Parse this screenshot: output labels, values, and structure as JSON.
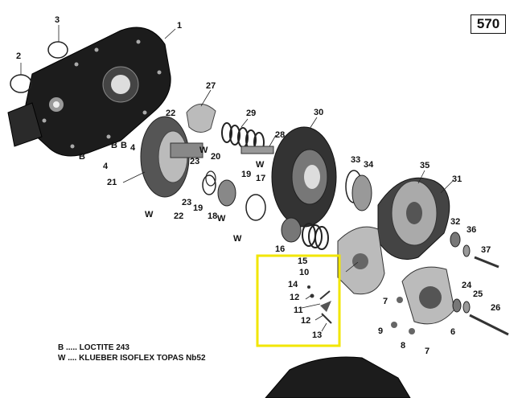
{
  "page_number": "570",
  "legend": [
    {
      "code": "B",
      "text": "B ..... LOCTITE 243"
    },
    {
      "code": "W",
      "text": "W .... KLUEBER ISOFLEX TOPAS Nb52"
    }
  ],
  "highlight_color": "#f2e600",
  "callouts": {
    "c1": "1",
    "c2": "2",
    "c3": "3",
    "c4a": "4",
    "c4b": "4",
    "c6": "6",
    "c7a": "7",
    "c7b": "7",
    "c8": "8",
    "c9": "9",
    "c10": "10",
    "c11": "11",
    "c12a": "12",
    "c12b": "12",
    "c13": "13",
    "c14": "14",
    "c15": "15",
    "c16": "16",
    "c17": "17",
    "c18": "18",
    "c19a": "19",
    "c19b": "19",
    "c20": "20",
    "c21": "21",
    "c22a": "22",
    "c22b": "22",
    "c23a": "23",
    "c23b": "23",
    "c24": "24",
    "c25": "25",
    "c26": "26",
    "c27": "27",
    "c28": "28",
    "c29": "29",
    "c30": "30",
    "c31": "31",
    "c32": "32",
    "c33": "33",
    "c34": "34",
    "c35": "35",
    "c36": "36",
    "c37": "37",
    "b1": "B",
    "b2": "B",
    "b3": "B",
    "w1": "W",
    "w2": "W",
    "w3": "W",
    "w4": "W",
    "w5": "W"
  }
}
